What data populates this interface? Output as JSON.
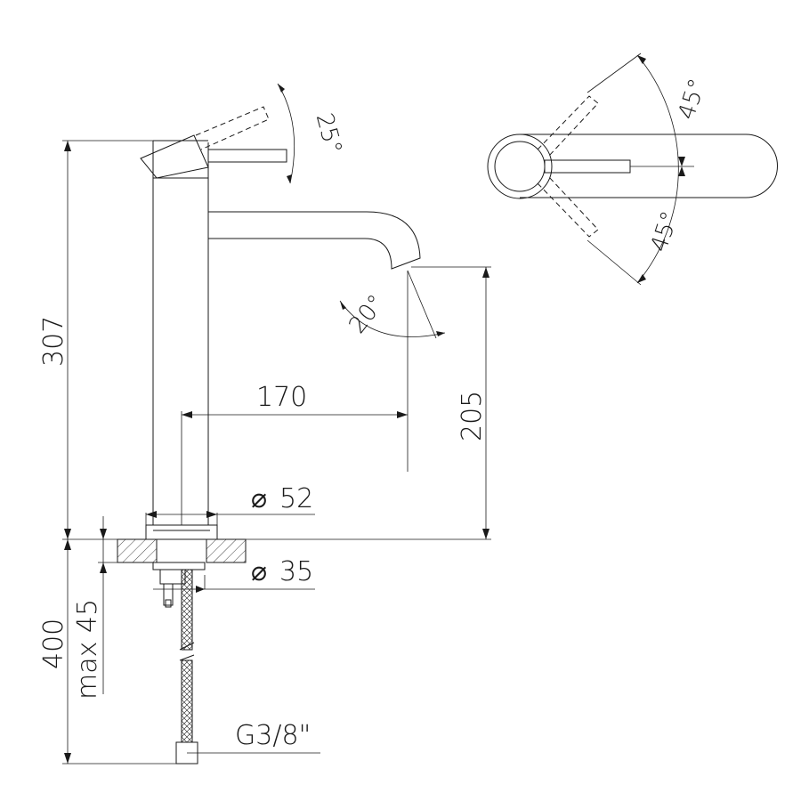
{
  "dimensions": {
    "total_height": "307",
    "spout_reach": "170",
    "spout_height": "205",
    "body_diameter": "52",
    "base_diameter": "35",
    "hose_length": "400",
    "max_deck_thickness": "max 45",
    "lever_angle": "25°",
    "spray_angle": "20°",
    "rotation_angle_top": "45°",
    "rotation_angle_bottom": "45°",
    "connection_thread": "G3/8\"",
    "diameter_symbol": "⌀"
  },
  "colors": {
    "stroke": "#1a1a1a",
    "background": "#ffffff"
  }
}
